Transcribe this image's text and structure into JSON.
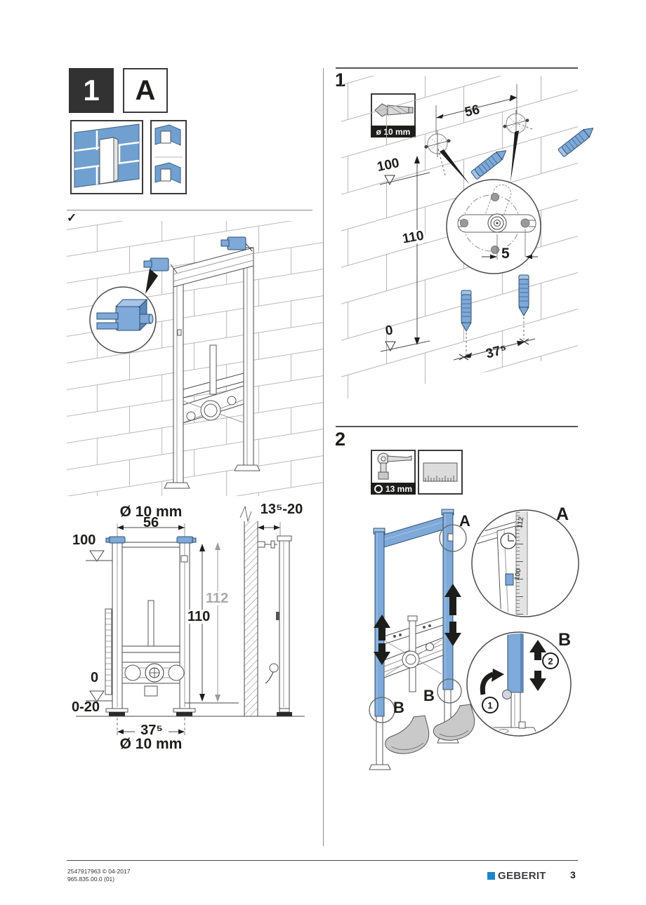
{
  "colors": {
    "part_blue": "#7ea9d8",
    "brand_blue": "#1d86c8",
    "label_bg": "#1d1d1b"
  },
  "header": {
    "step": "1",
    "variant": "A"
  },
  "left": {
    "check": "✓",
    "dims": {
      "dia_top": "Ø 10 mm",
      "w56": "56",
      "d100": "100",
      "h112": "112",
      "h110": "110",
      "d0": "0",
      "r020": "0-20",
      "w375": "37⁵",
      "dia_bot": "Ø 10 mm",
      "depth": "13⁵-20"
    }
  },
  "s1": {
    "num": "1",
    "tool_drill": "ø 10 mm",
    "dims": {
      "w56": "56",
      "d100": "100",
      "h110": "110",
      "off5": "5",
      "d0": "0",
      "w375": "37⁵"
    }
  },
  "s2": {
    "num": "2",
    "tool_wrench": "13 mm",
    "a": "A",
    "b": "B",
    "n1": "1",
    "n2": "2",
    "ruler112": "112",
    "ruler100": "100"
  },
  "footer": {
    "line1": "2547917963 © 04-2017",
    "line2": "965.835.00.0 (01)",
    "brand": "GEBERIT",
    "page": "3"
  }
}
